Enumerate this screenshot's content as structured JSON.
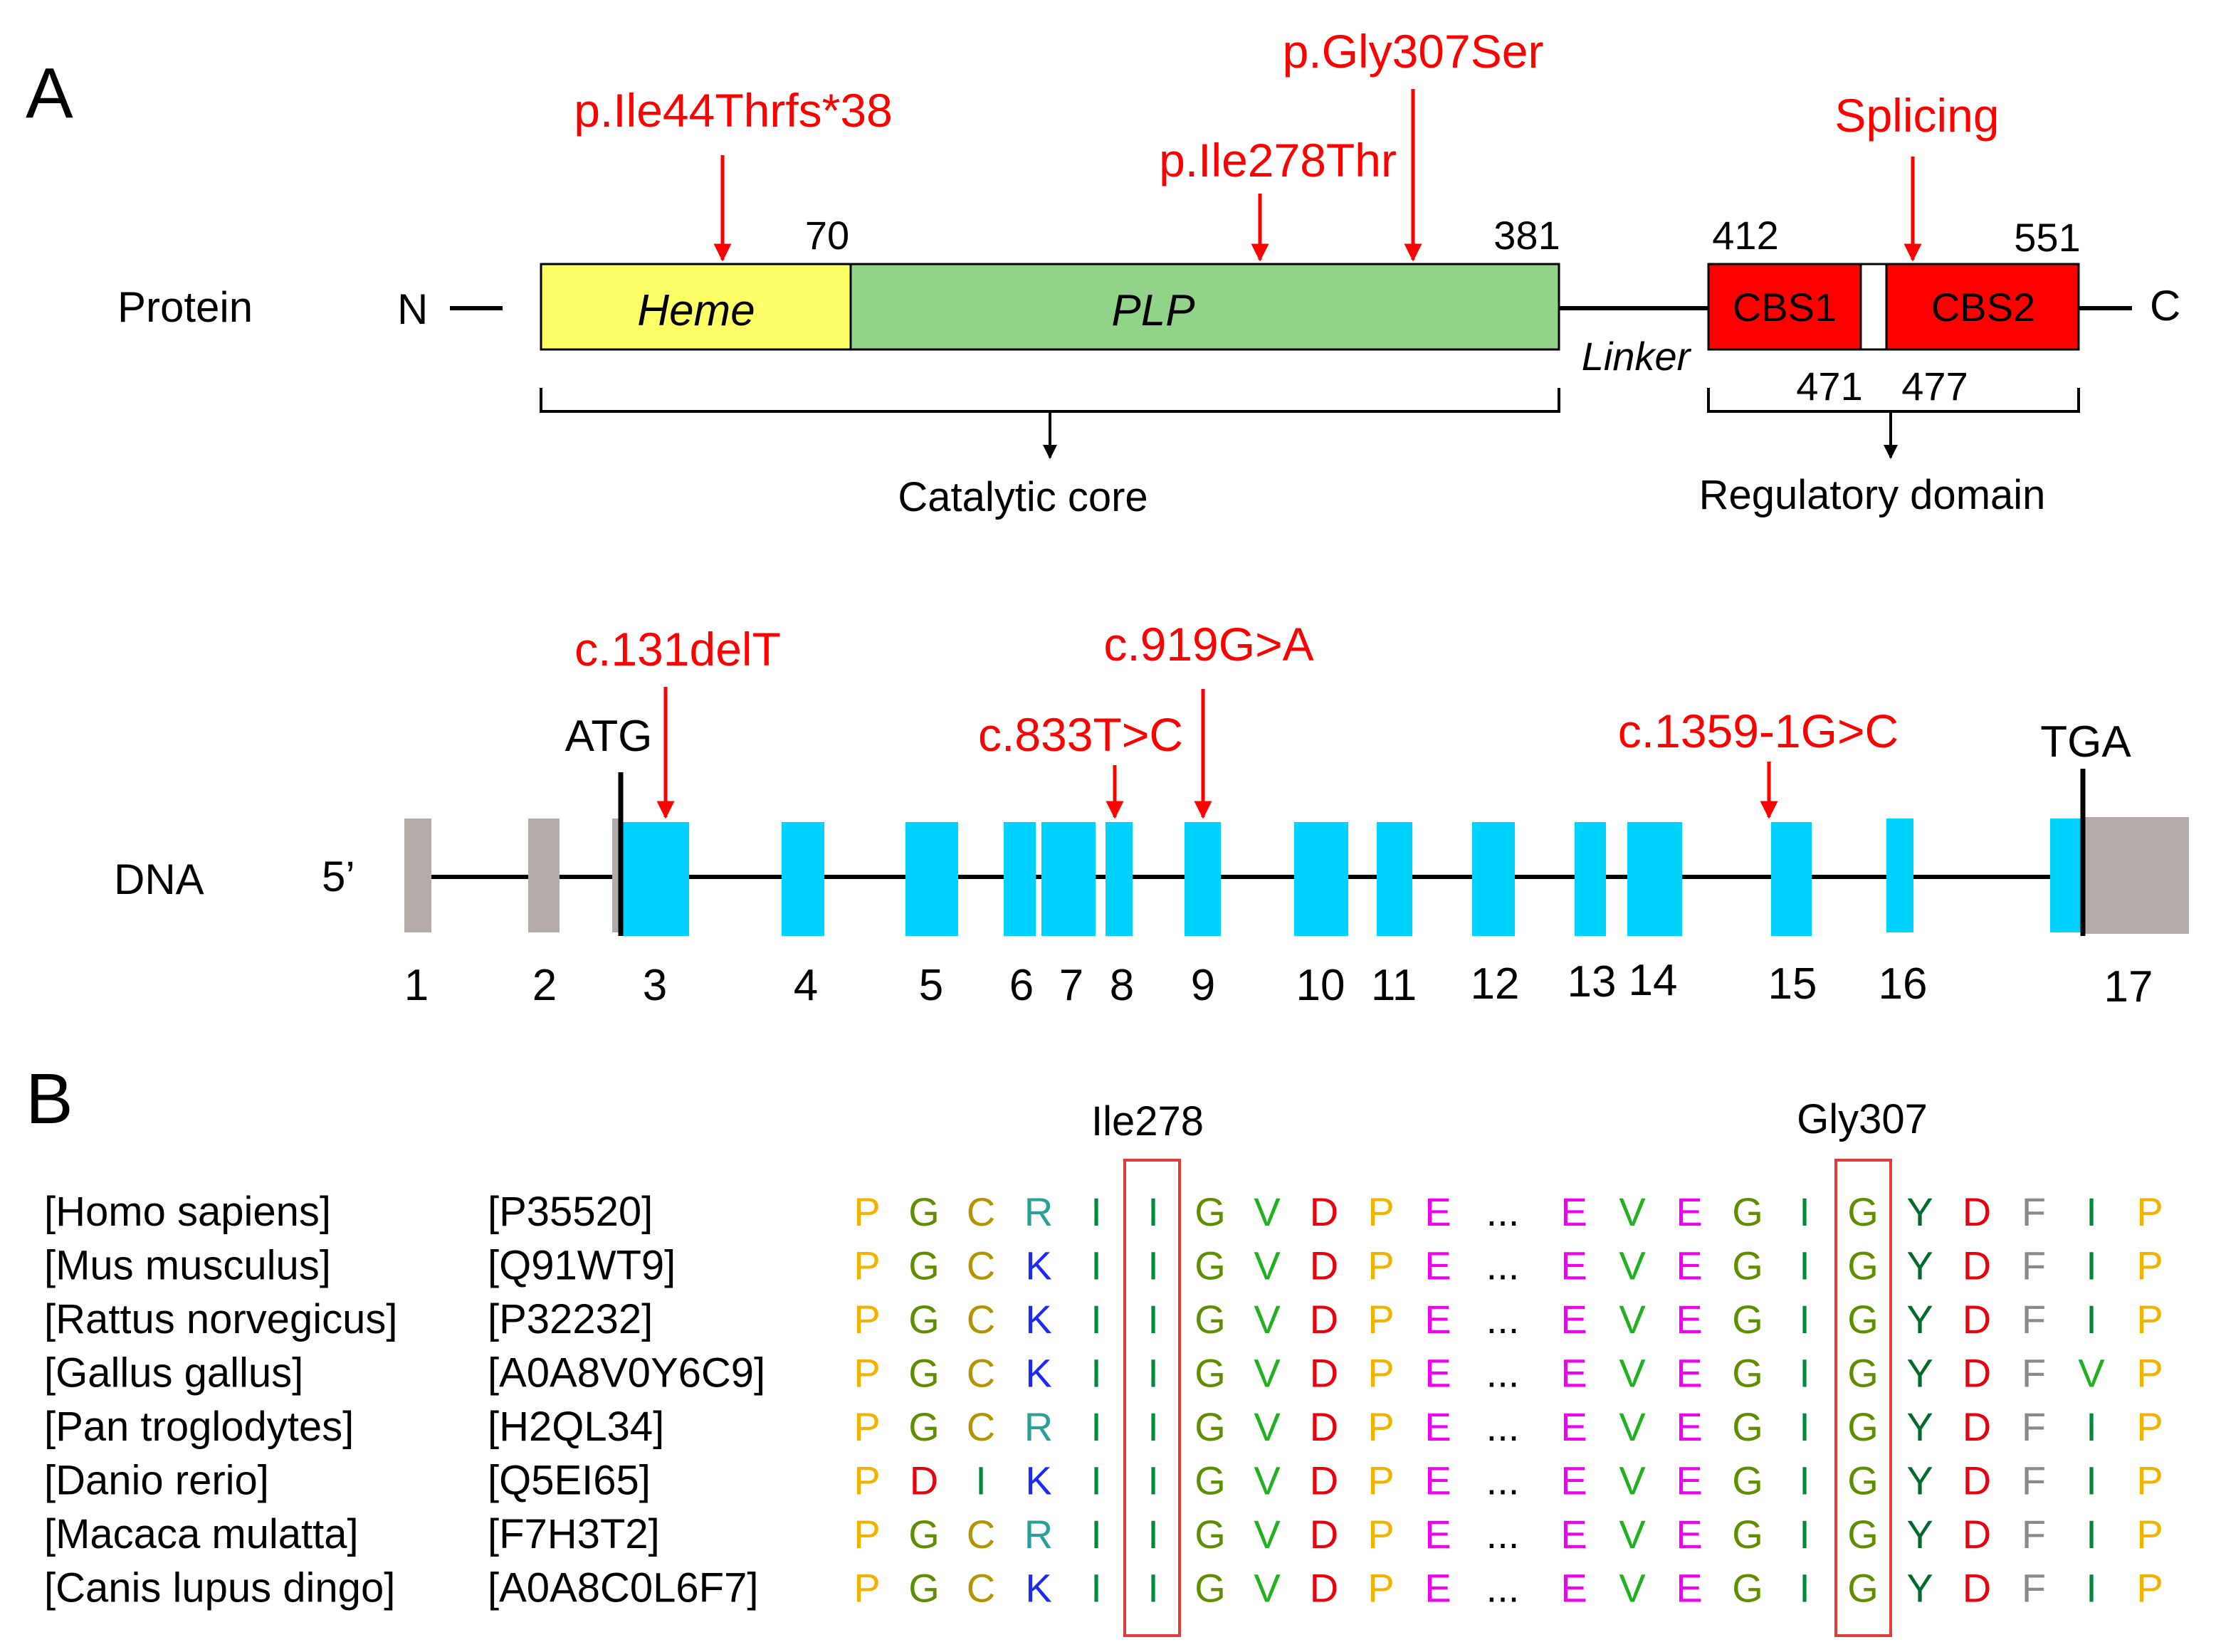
{
  "colors": {
    "mutation": "#ff0000",
    "heme": "#ffff66",
    "plp": "#92d38a",
    "cbs": "#ff0000",
    "exon": "#00d2ff",
    "utr": "#b3aca8",
    "line": "#000000",
    "box": "#e23b3b",
    "aa": {
      "P": "#f2b200",
      "G": "#5f8f00",
      "C": "#b49400",
      "R": "#2aa198",
      "K": "#1c2bf2",
      "I": "#008a3a",
      "V": "#20b020",
      "D": "#e8000c",
      "E": "#f000f0",
      "Y": "#006b2a",
      "F": "#8a8a8a"
    }
  },
  "panel_a": {
    "label": "A",
    "protein_label": "Protein",
    "n_term": "N",
    "c_term": "C",
    "heme": "Heme",
    "plp": "PLP",
    "linker": "Linker",
    "cbs1": "CBS1",
    "cbs2": "CBS2",
    "pos_70": "70",
    "pos_381": "381",
    "pos_412": "412",
    "pos_551": "551",
    "pos_471": "471",
    "pos_477": "477",
    "catalytic_core": "Catalytic core",
    "regulatory_domain": "Regulatory domain",
    "protein_mutations": {
      "ile44": "p.Ile44Thrfs*38",
      "ile278": "p.Ile278Thr",
      "gly307": "p.Gly307Ser",
      "splicing": "Splicing"
    },
    "dna_label": "DNA",
    "five_prime": "5’",
    "atg": "ATG",
    "tga": "TGA",
    "dna_mutations": {
      "c131": "c.131delT",
      "c833": "c.833T>C",
      "c919": "c.919G>A",
      "c1359": "c.1359-1G>C"
    },
    "exon_numbers": [
      "1",
      "2",
      "3",
      "4",
      "5",
      "6",
      "7",
      "8",
      "9",
      "10",
      "11",
      "12",
      "13",
      "14",
      "15",
      "16",
      "17"
    ]
  },
  "panel_b": {
    "label": "B",
    "site1": "Ile278",
    "site2": "Gly307",
    "ellipsis": "...",
    "species": [
      {
        "name": "[Homo sapiens]",
        "id": "[P35520]",
        "left": "PGCRIIGVDPE",
        "right": "EVEGIGYDFIP"
      },
      {
        "name": "[Mus musculus]",
        "id": "[Q91WT9]",
        "left": "PGCKIIGVDPE",
        "right": "EVEGIGYDFIP"
      },
      {
        "name": "[Rattus norvegicus]",
        "id": "[P32232]",
        "left": "PGCKIIGVDPE",
        "right": "EVEGIGYDFIP"
      },
      {
        "name": "[Gallus gallus]",
        "id": "[A0A8V0Y6C9]",
        "left": "PGCKIIGVDPE",
        "right": "EVEGIGYDFVP"
      },
      {
        "name": "[Pan troglodytes]",
        "id": "[H2QL34]",
        "left": "PGCRIIGVDPE",
        "right": "EVEGIGYDFIP"
      },
      {
        "name": "[Danio rerio]",
        "id": "[Q5EI65]",
        "left": "PDIKIIGVDPE",
        "right": "EVEGIGYDFIP"
      },
      {
        "name": "[Macaca mulatta]",
        "id": "[F7H3T2]",
        "left": "PGCRIIGVDPE",
        "right": "EVEGIGYDFIP"
      },
      {
        "name": "[Canis lupus dingo]",
        "id": "[A0A8C0L6F7]",
        "left": "PGCKIIGVDPE",
        "right": "EVEGIGYDFIP"
      }
    ]
  }
}
